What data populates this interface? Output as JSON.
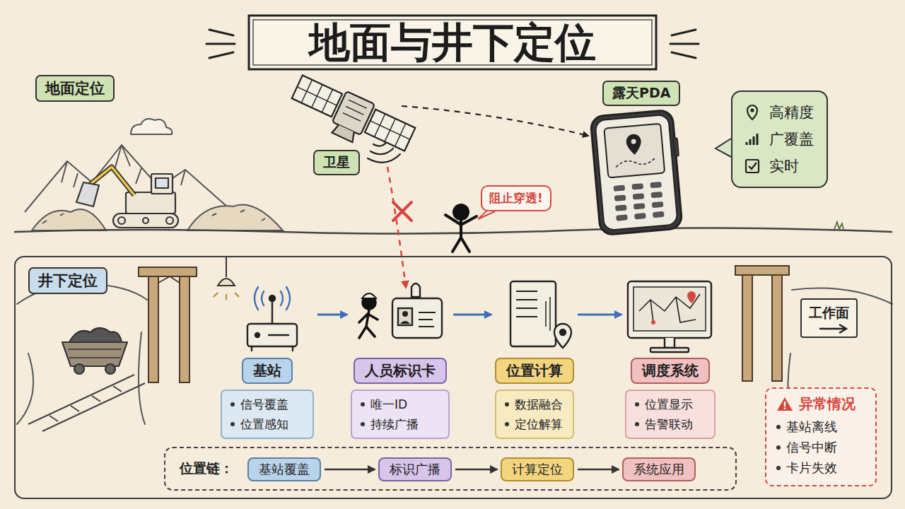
{
  "diagram": {
    "title": "地面与井下定位",
    "nodes": [
      {
        "text": [
          "地面定位"
        ]
      },
      {
        "text": [
          "卫星"
        ]
      },
      {
        "text": [
          "露天PDA"
        ]
      },
      {
        "text": [
          "高精度",
          "广覆盖",
          "实时"
        ]
      },
      {
        "text": [
          "阻止穿透!"
        ]
      },
      {
        "text": [
          "井下定位"
        ]
      },
      {
        "text": [
          "基站",
          "信号覆盖",
          "位置感知"
        ],
        "in": 5
      },
      {
        "text": [
          "人员标识卡",
          "唯一ID",
          "持续广播"
        ],
        "in": 5
      },
      {
        "text": [
          "位置计算",
          "数据融合",
          "定位解算"
        ],
        "in": 5
      },
      {
        "text": [
          "调度系统",
          "位置显示",
          "告警联动"
        ],
        "in": 5
      },
      {
        "text": [
          "工作面"
        ],
        "in": 5
      },
      {
        "text": [
          "异常情况",
          "基站离线",
          "信号中断",
          "卡片失效"
        ],
        "in": 5
      },
      {
        "text": [
          "位置链："
        ],
        "in": 5
      },
      {
        "text": [
          "基站覆盖"
        ],
        "in": 12
      },
      {
        "text": [
          "标识广播"
        ],
        "in": 12
      },
      {
        "text": [
          "计算定位"
        ],
        "in": 12
      },
      {
        "text": [
          "系统应用"
        ],
        "in": 12
      }
    ],
    "edges": [
      {
        "from": 6,
        "to": 7,
        "arrow": "to"
      },
      {
        "from": 7,
        "to": 8,
        "arrow": "to"
      },
      {
        "from": 8,
        "to": 9,
        "arrow": "to"
      },
      {
        "from": 13,
        "to": 14,
        "arrow": "to"
      },
      {
        "from": 14,
        "to": 15,
        "arrow": "to"
      },
      {
        "from": 15,
        "to": 16,
        "arrow": "to"
      }
    ]
  }
}
